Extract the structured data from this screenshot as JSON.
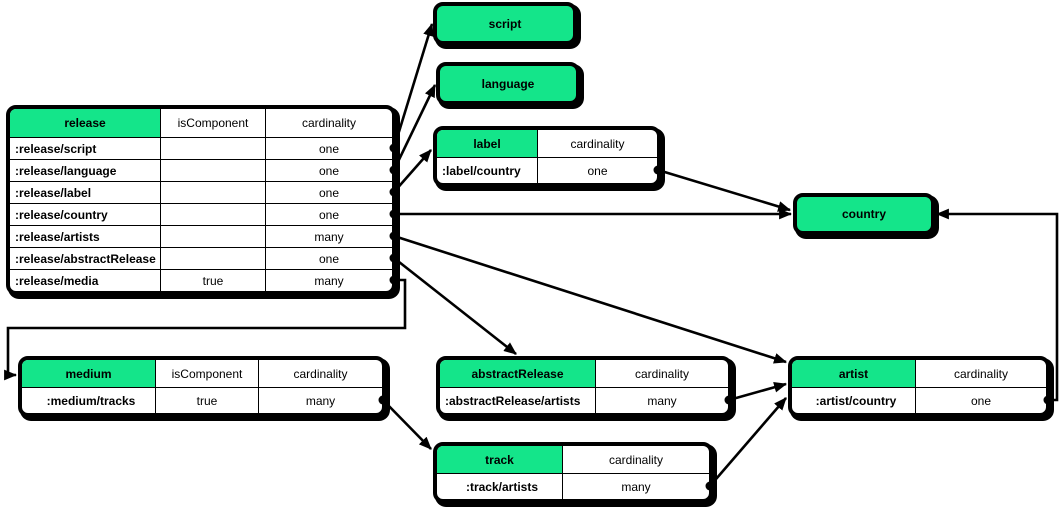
{
  "colors": {
    "entity_fill": "#14e58a",
    "line": "#000000",
    "background": "#ffffff"
  },
  "entities": {
    "script": {
      "label": "script"
    },
    "language": {
      "label": "language"
    },
    "country": {
      "label": "country"
    },
    "release": {
      "label": "release",
      "columns": [
        "isComponent",
        "cardinality"
      ],
      "rows": [
        {
          "attr": ":release/script",
          "isComponent": "",
          "cardinality": "one"
        },
        {
          "attr": ":release/language",
          "isComponent": "",
          "cardinality": "one"
        },
        {
          "attr": ":release/label",
          "isComponent": "",
          "cardinality": "one"
        },
        {
          "attr": ":release/country",
          "isComponent": "",
          "cardinality": "one"
        },
        {
          "attr": ":release/artists",
          "isComponent": "",
          "cardinality": "many"
        },
        {
          "attr": ":release/abstractRelease",
          "isComponent": "",
          "cardinality": "one"
        },
        {
          "attr": ":release/media",
          "isComponent": "true",
          "cardinality": "many"
        }
      ]
    },
    "label": {
      "label": "label",
      "columns": [
        "cardinality"
      ],
      "rows": [
        {
          "attr": ":label/country",
          "cardinality": "one"
        }
      ]
    },
    "medium": {
      "label": "medium",
      "columns": [
        "isComponent",
        "cardinality"
      ],
      "rows": [
        {
          "attr": ":medium/tracks",
          "isComponent": "true",
          "cardinality": "many"
        }
      ]
    },
    "abstractRelease": {
      "label": "abstractRelease",
      "columns": [
        "cardinality"
      ],
      "rows": [
        {
          "attr": ":abstractRelease/artists",
          "cardinality": "many"
        }
      ]
    },
    "artist": {
      "label": "artist",
      "columns": [
        "cardinality"
      ],
      "rows": [
        {
          "attr": ":artist/country",
          "cardinality": "one"
        }
      ]
    },
    "track": {
      "label": "track",
      "columns": [
        "cardinality"
      ],
      "rows": [
        {
          "attr": ":track/artists",
          "cardinality": "many"
        }
      ]
    }
  },
  "relationships": [
    {
      "from": ":release/script",
      "to": "script",
      "cardinality": "one"
    },
    {
      "from": ":release/language",
      "to": "language",
      "cardinality": "one"
    },
    {
      "from": ":release/label",
      "to": "label",
      "cardinality": "one"
    },
    {
      "from": ":release/country",
      "to": "country",
      "cardinality": "one"
    },
    {
      "from": ":release/artists",
      "to": "artist",
      "cardinality": "many"
    },
    {
      "from": ":release/abstractRelease",
      "to": "abstractRelease",
      "cardinality": "one"
    },
    {
      "from": ":release/media",
      "to": "medium",
      "cardinality": "many"
    },
    {
      "from": ":label/country",
      "to": "country",
      "cardinality": "one"
    },
    {
      "from": ":medium/tracks",
      "to": "track",
      "cardinality": "many"
    },
    {
      "from": ":abstractRelease/artists",
      "to": "artist",
      "cardinality": "many"
    },
    {
      "from": ":track/artists",
      "to": "artist",
      "cardinality": "many"
    },
    {
      "from": ":artist/country",
      "to": "country",
      "cardinality": "one"
    }
  ]
}
